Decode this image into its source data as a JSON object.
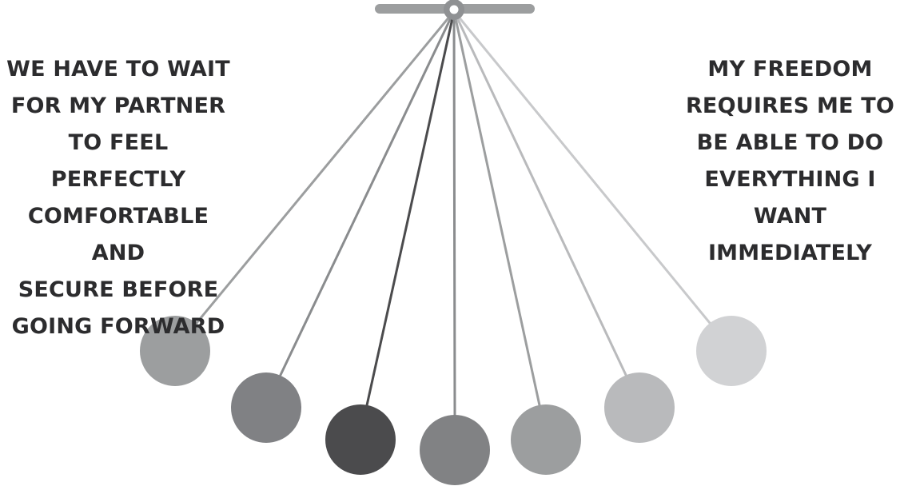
{
  "left_caption": "WE HAVE TO WAIT\nFOR MY PARTNER\nTO FEEL PERFECTLY\nCOMFORTABLE AND\nSECURE BEFORE\nGOING FORWARD",
  "right_caption": "MY FREEDOM\nREQUIRES ME TO\nBE ABLE TO DO\nEVERYTHING I WANT\nIMMEDIATELY",
  "colors": {
    "bar": "#9c9e9f",
    "pivot": "#8f9193",
    "background": "#ffffff",
    "caption_text": "#2c2c2e"
  },
  "pendulums": [
    {
      "id": "bob-1",
      "color": "#9c9e9f",
      "string_color": "#9c9e9f"
    },
    {
      "id": "bob-2",
      "color": "#808184",
      "string_color": "#8a8c8e"
    },
    {
      "id": "bob-3",
      "color": "#4b4b4d",
      "string_color": "#4b4b4d"
    },
    {
      "id": "bob-4",
      "color": "#818284",
      "string_color": "#8a8c8e"
    },
    {
      "id": "bob-5",
      "color": "#9c9e9f",
      "string_color": "#9c9e9f"
    },
    {
      "id": "bob-6",
      "color": "#b9babc",
      "string_color": "#b9babc"
    },
    {
      "id": "bob-7",
      "color": "#d1d2d4",
      "string_color": "#c8c9cb"
    }
  ]
}
